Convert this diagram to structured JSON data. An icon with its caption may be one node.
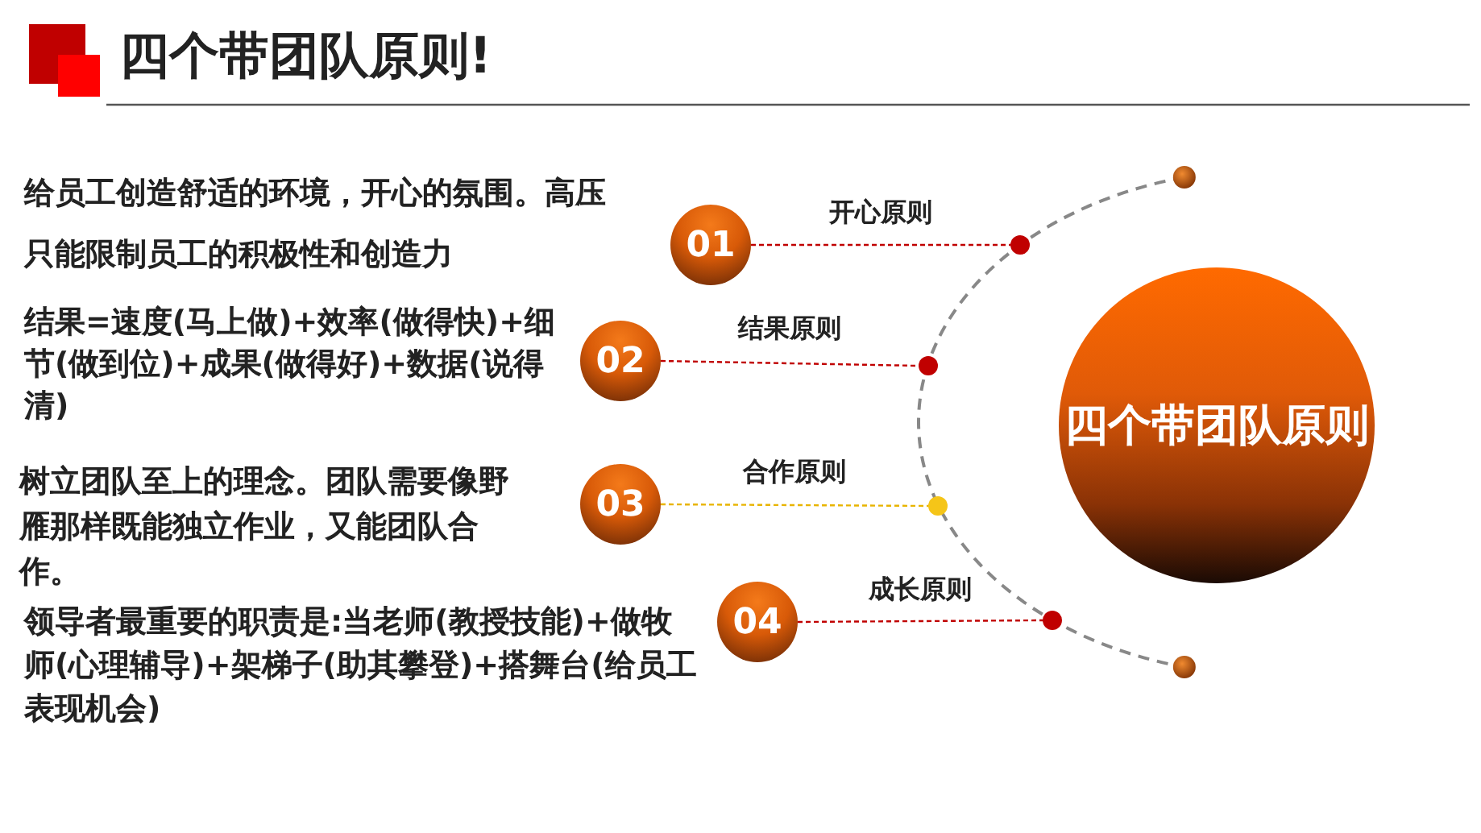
{
  "diagram": {
    "title": "四个带团队原则!",
    "nodes": [
      {
        "text": [
          "四个带团队原则"
        ]
      },
      {
        "text": [
          "01"
        ],
        "beside": [
          "给员工创造舒适的环境，开心的氛围。高压只能限制员工的积极性和创造力"
        ]
      },
      {
        "text": [
          "02"
        ],
        "beside": [
          "结果=速度(马上做)+效率(做得快)+细节(做到位)+成果(做得好)+数据(说得清)"
        ]
      },
      {
        "text": [
          "03"
        ],
        "beside": [
          "树立团队至上的理念。团队需要像野雁那样既能独立作业，又能团队合作。"
        ]
      },
      {
        "text": [
          "04"
        ],
        "beside": [
          "领导者最重要的职责是:当老师(教授技能)+做牧师(心理辅导)+架梯子(助其攀登)+搭舞台(给员工表现机会)"
        ]
      },
      {
        "text": [],
        "shape": "circle"
      },
      {
        "text": [],
        "shape": "circle"
      },
      {
        "text": [],
        "shape": "circle"
      },
      {
        "text": [],
        "shape": "circle"
      }
    ],
    "edges": [
      {
        "from": 1,
        "to": 5,
        "arrow": "none",
        "label": "开心原则",
        "style": "dashed"
      },
      {
        "from": 2,
        "to": 6,
        "arrow": "none",
        "label": "结果原则",
        "style": "dashed"
      },
      {
        "from": 3,
        "to": 7,
        "arrow": "none",
        "label": "合作原则",
        "style": "dashed",
        "color": "#e8b400"
      },
      {
        "from": 4,
        "to": 8,
        "arrow": "none",
        "label": "成长原则",
        "style": "dashed"
      }
    ]
  }
}
